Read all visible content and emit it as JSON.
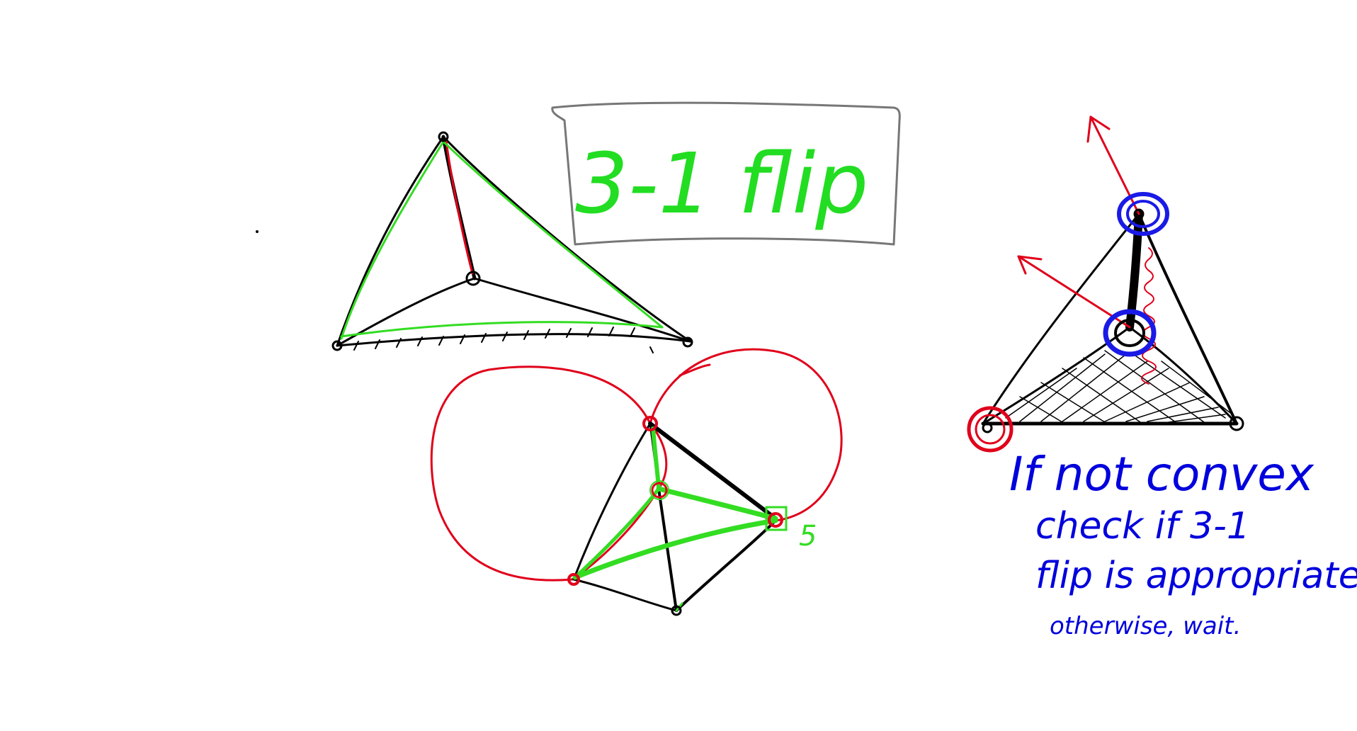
{
  "title": {
    "text": "3-1 flip",
    "color": "#22dd22",
    "box_color": "#777777"
  },
  "annotation": {
    "line1": "If not convex",
    "line2": "check if 3-1",
    "line3": "flip is appropriate.",
    "line4": "otherwise, wait.",
    "color": "#0000dd"
  },
  "vertex_label": "5",
  "colors": {
    "ink": "#000000",
    "red": "#e0001a",
    "green": "#33dd22",
    "blue": "#1a1ae6"
  }
}
